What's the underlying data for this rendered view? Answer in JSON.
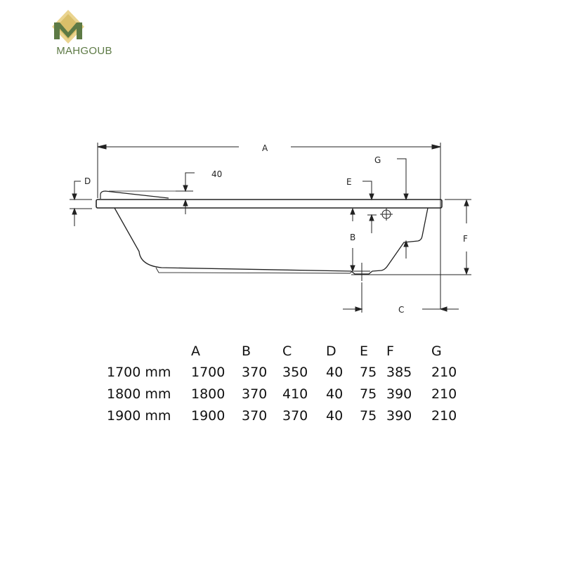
{
  "brand": {
    "name": "MAHGOUB",
    "colors": {
      "green": "#5d7a45",
      "gold": "#d9bf6a",
      "light_gold": "#ead48f"
    }
  },
  "drawing": {
    "labels": {
      "A": "A",
      "B": "B",
      "C": "C",
      "D": "D",
      "E": "E",
      "F": "F",
      "G": "G",
      "dim_40": "40"
    },
    "line_color": "#222222"
  },
  "table": {
    "columns": [
      "",
      "A",
      "B",
      "C",
      "D",
      "E",
      "F",
      "G"
    ],
    "rows": [
      {
        "model": "1700 mm",
        "A": "1700",
        "B": "370",
        "C": "350",
        "D": "40",
        "E": "75",
        "F": "385",
        "G": "210"
      },
      {
        "model": "1800 mm",
        "A": "1800",
        "B": "370",
        "C": "410",
        "D": "40",
        "E": "75",
        "F": "390",
        "G": "210"
      },
      {
        "model": "1900 mm",
        "A": "1900",
        "B": "370",
        "C": "370",
        "D": "40",
        "E": "75",
        "F": "390",
        "G": "210"
      }
    ]
  }
}
